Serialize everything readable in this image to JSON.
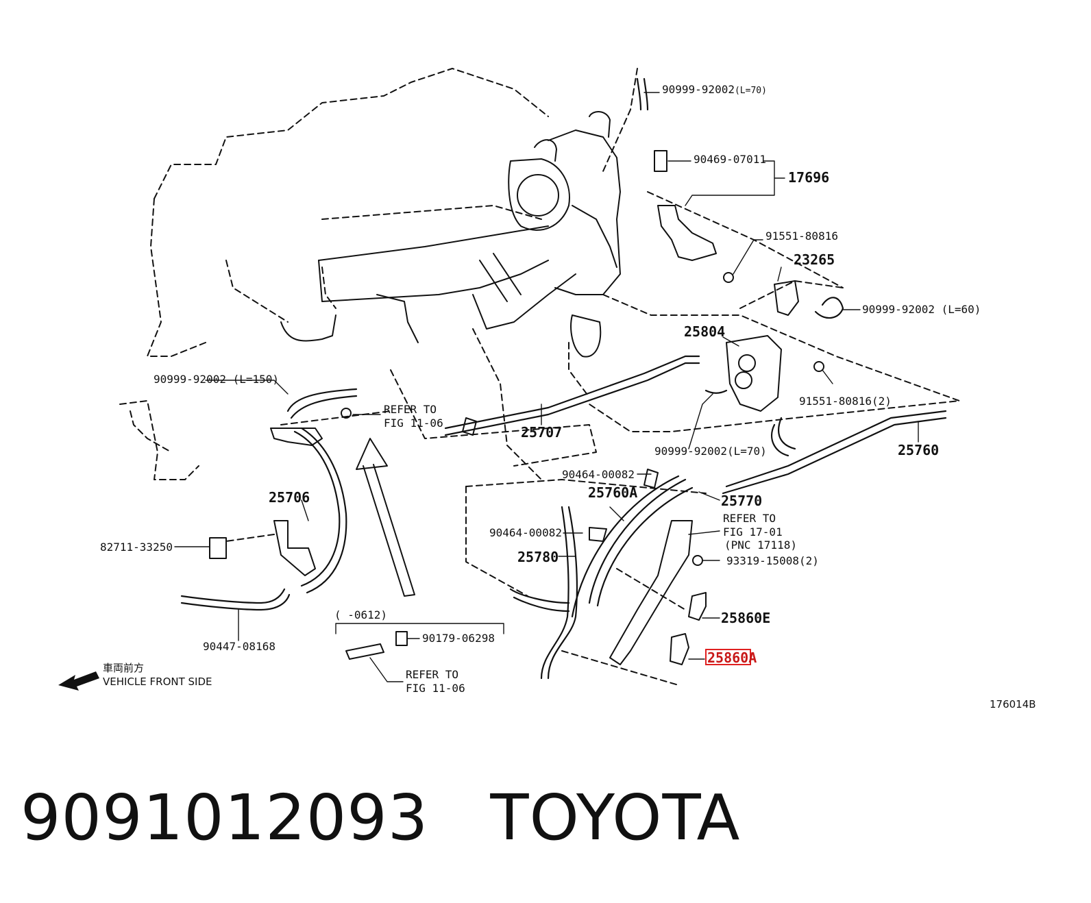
{
  "labels": {
    "p1": "90999-92002",
    "p1_len": "(L=70)",
    "p2": "90469-07011",
    "p3": "17696",
    "p4": "91551-80816",
    "p5": "23265",
    "p6": "90999-92002 (L=60)",
    "p7": "25804",
    "p8": "91551-80816(2)",
    "p9": "90999-92002 (L=150)",
    "refer1_a": "REFER TO",
    "refer1_b": "FIG 11-06",
    "p10": "25707",
    "p11": "90999-92002(L=70)",
    "p12": "25760",
    "p13": "90464-00082",
    "p14": "25760A",
    "p15": "25770",
    "p16": "25706",
    "refer2_a": "REFER TO",
    "refer2_b": "FIG 17-01",
    "refer2_c": "(PNC 17118)",
    "p17": "90464-00082",
    "p18": "82711-33250",
    "p19": "25780",
    "p20": "93319-15008(2)",
    "p21": "25860E",
    "p22": "(      -0612)",
    "p23": "90179-06298",
    "p24": "25860A",
    "p25": "90447-08168",
    "front_jp": "車両前方",
    "front_en": "VEHICLE FRONT SIDE",
    "refer3_a": "REFER TO",
    "refer3_b": "FIG 11-06",
    "fig_id": "176014B"
  },
  "footer": {
    "part_number": "9091012093",
    "brand": "TOYOTA"
  },
  "highlight_color": "#e02020"
}
